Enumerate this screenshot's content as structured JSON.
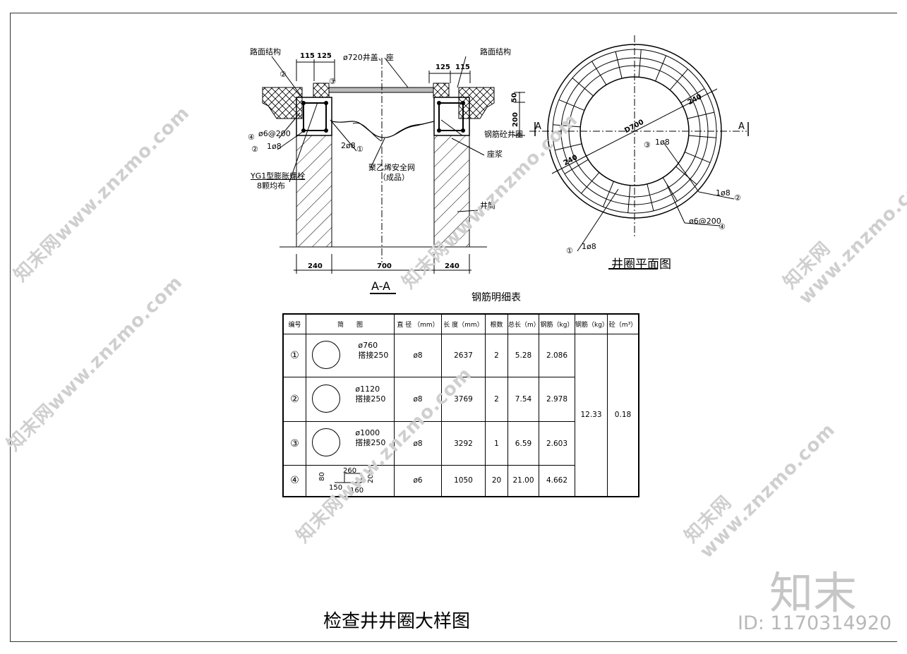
{
  "section": {
    "road_left": "路面结构",
    "road_right": "路面结构",
    "dim_115_l": "115",
    "dim_125_l": "125",
    "dim_125_r": "125",
    "dim_115_r": "115",
    "cover": "ø720井盖、座",
    "callout_2": "②",
    "callout_3": "③",
    "left_4": "④",
    "left_4_text": "ø6@200",
    "left_2": "②",
    "left_2_text": "1ø8",
    "mid_2phi8": "2ø8",
    "mid_1": "①",
    "bolt_1": "YG1型膨胀螺栓",
    "bolt_2": "8颗均布",
    "net_1": "聚乙烯安全网",
    "net_2": "（成品）",
    "dim_50": "50",
    "dim_200": "200",
    "ring_label": "钢筋砼井圈",
    "grout": "座浆",
    "shaft": "井筒",
    "dim_bottom_left": "240",
    "dim_bottom_mid": "700",
    "dim_bottom_right": "240",
    "section_title": "A-A"
  },
  "plan": {
    "A_left": "A",
    "A_right": "A",
    "dim_240_a": "240",
    "dim_240_b": "240",
    "d700": "D700",
    "c3": "③",
    "c3_text": "1ø8",
    "c2_text": "1ø8",
    "c2": "②",
    "c4_text": "ø6@200",
    "c4": "④",
    "c1": "①",
    "c1_text": "1ø8",
    "title": "井圈平面图"
  },
  "table": {
    "caption": "钢筋明细表",
    "headers": [
      "编号",
      "简　　图",
      "直 径 （mm）",
      "长 度（mm）",
      "根数",
      "总长（m）",
      "钢筋（kg）",
      "钢筋（kg）",
      "砼（m³）"
    ],
    "rows": [
      {
        "no": "①",
        "shape": "ø760",
        "lap": "搭接250",
        "dia": "ø8",
        "len": "2637",
        "count": "2",
        "total": "5.28",
        "kg": "2.086"
      },
      {
        "no": "②",
        "shape": "ø1120",
        "lap": "搭接250",
        "dia": "ø8",
        "len": "3769",
        "count": "2",
        "total": "7.54",
        "kg": "2.978"
      },
      {
        "no": "③",
        "shape": "ø1000",
        "lap": "搭接250",
        "dia": "ø8",
        "len": "3292",
        "count": "1",
        "total": "6.59",
        "kg": "2.603"
      },
      {
        "no": "④",
        "shape": "",
        "lap": "",
        "dia": "ø6",
        "len": "1050",
        "count": "20",
        "total": "21.00",
        "kg": "4.662"
      }
    ],
    "stirrup": {
      "top": "260",
      "left": "80",
      "right": "200",
      "bl": "150",
      "br": "160"
    },
    "sum_kg": "12.33",
    "sum_concrete": "0.18"
  },
  "footer": {
    "title": "检查井井圈大样图",
    "brand": "知末",
    "id": "ID: 1170314920"
  },
  "watermark": "知末网www.znzmo.com"
}
